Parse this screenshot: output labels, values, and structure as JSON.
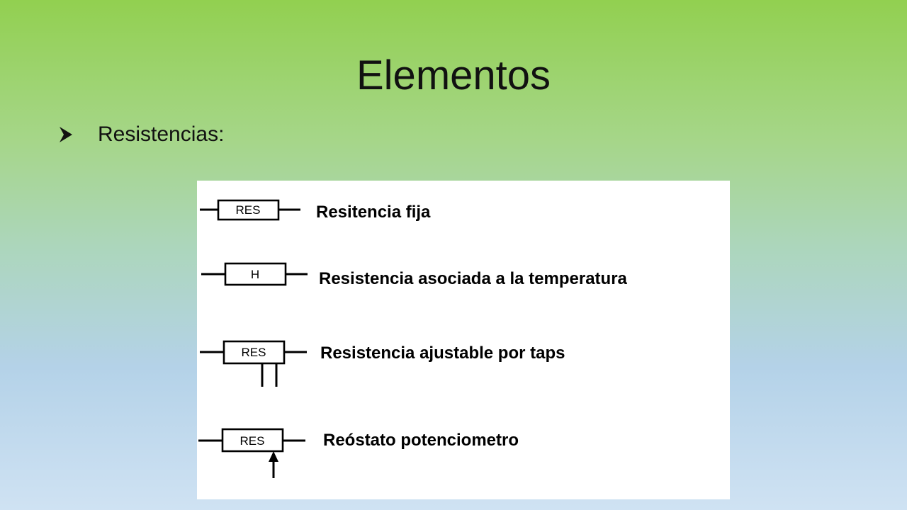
{
  "slide": {
    "title": "Elementos",
    "bullet": "Resistencias:"
  },
  "diagram": {
    "items": [
      {
        "symbol_text": "RES",
        "label": "Resitencia fija",
        "variant": "fixed"
      },
      {
        "symbol_text": "H",
        "label": "Resistencia asociada a la temperatura",
        "variant": "temperature"
      },
      {
        "symbol_text": "RES",
        "label": "Resistencia ajustable por taps",
        "variant": "taps"
      },
      {
        "symbol_text": "RES",
        "label": "Reóstato potenciometro",
        "variant": "rheostat"
      }
    ]
  },
  "colors": {
    "background_top": "#92d050",
    "background_bottom": "#cfe2f3",
    "text": "#111111",
    "figure_background": "#ffffff"
  },
  "icons": {
    "bullet": "arrowhead-bullet-icon"
  }
}
